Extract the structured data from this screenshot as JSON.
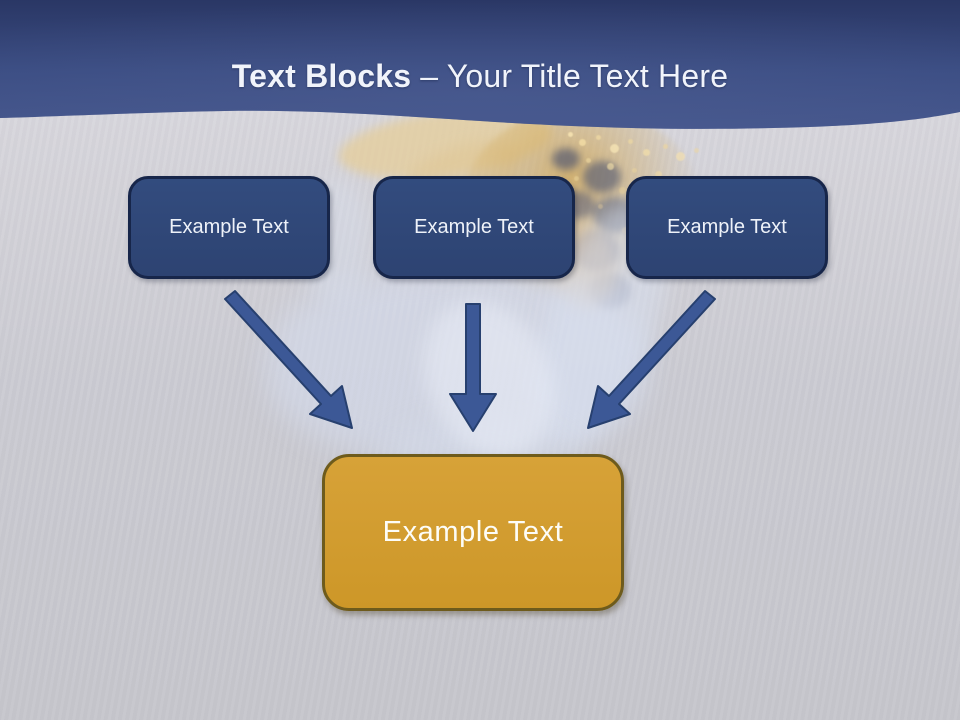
{
  "slide": {
    "header": {
      "title_bold": "Text Blocks",
      "title_regular": "– Your Title Text Here"
    },
    "diagram": {
      "source_blocks": [
        "Example Text",
        "Example Text",
        "Example Text"
      ],
      "target_block": "Example Text",
      "connectors": [
        {
          "name": "arrow-down-right-icon",
          "direction": "down-right"
        },
        {
          "name": "arrow-down-icon",
          "direction": "down"
        },
        {
          "name": "arrow-down-left-icon",
          "direction": "down-left"
        }
      ]
    },
    "colors": {
      "header_navy_dark": "#2a3765",
      "header_navy_light": "#45568c",
      "block_blue": "#31497b",
      "block_blue_border": "#17264a",
      "arrow_blue": "#3c5896",
      "arrow_border": "#27406f",
      "accent_gold": "#d09b2e",
      "gold_border": "#6e5b1c",
      "canvas_gray": "#c9c9cf",
      "text_white": "#f1f4fb"
    }
  }
}
